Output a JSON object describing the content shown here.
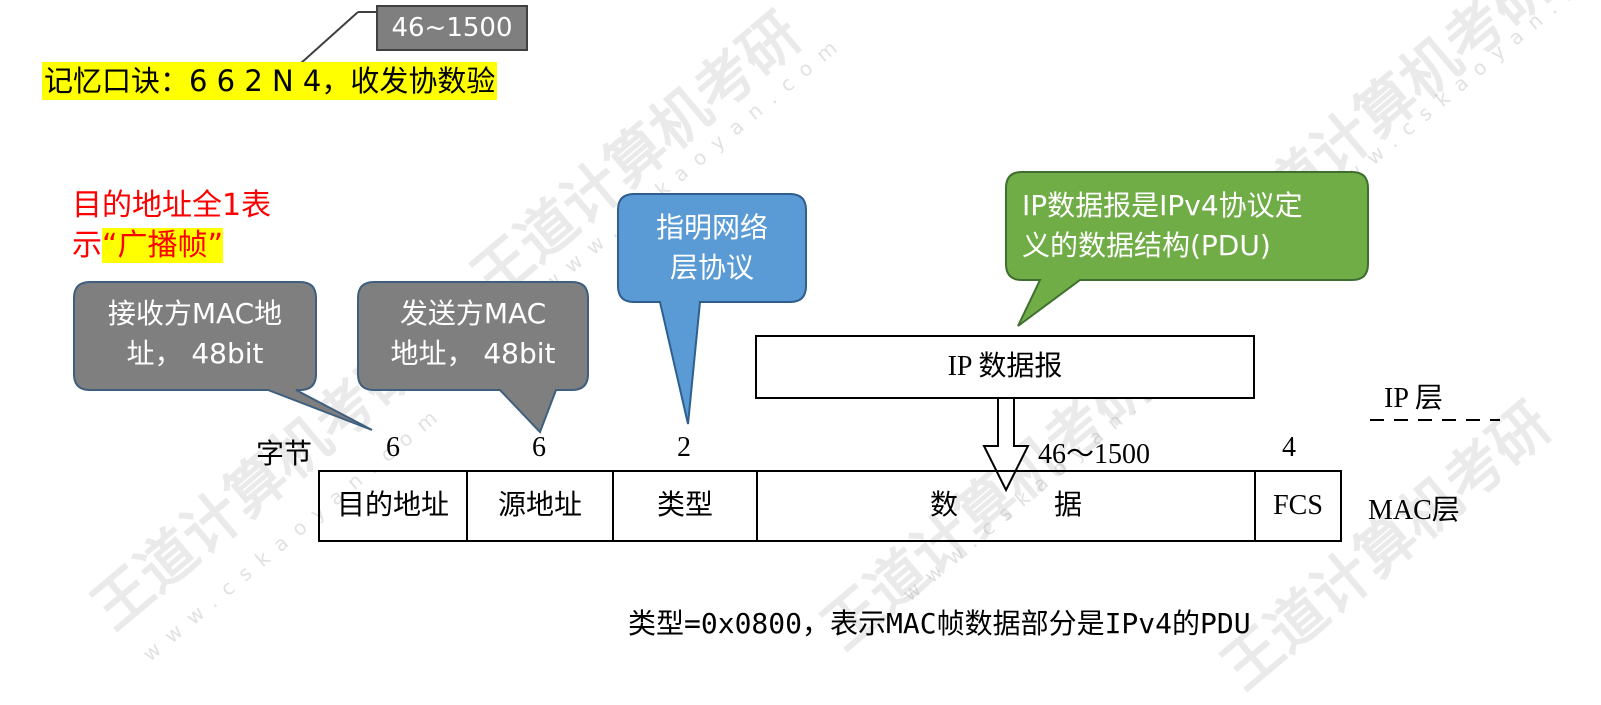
{
  "top_box": {
    "label": "46~1500"
  },
  "mnemonic": {
    "text": "记忆口诀：6 6 2 N 4，收发协数验"
  },
  "red_note": {
    "line1": "目的地址全1表",
    "line2_prefix": "示",
    "line2_highlight": "“广播帧”"
  },
  "callouts": {
    "dest_mac": {
      "line1": "接收方MAC地",
      "line2": "址， 48bit"
    },
    "src_mac": {
      "line1": "发送方MAC",
      "line2": "地址， 48bit"
    },
    "type_protocol": {
      "line1": "指明网络",
      "line2": "层协议"
    },
    "ip_pdu": {
      "line1": "IP数据报是IPv4协议定",
      "line2": "义的数据结构(PDU)"
    }
  },
  "ip_datagram": {
    "label": "IP 数据报"
  },
  "layers": {
    "ip": "IP 层",
    "mac": "MAC层"
  },
  "byte_row": {
    "label": "字节",
    "sizes": [
      "6",
      "6",
      "2",
      "46～1500",
      "4"
    ]
  },
  "frame_fields": [
    "目的地址",
    "源地址",
    "类型",
    "数",
    "据",
    "FCS"
  ],
  "type_note": "类型=0x0800，表示MAC帧数据部分是IPv4的PDU",
  "colors": {
    "gray_callout": "#7f7f7f",
    "blue_callout": "#5b9bd5",
    "green_callout": "#70ad47",
    "highlight": "#ffff00",
    "red_text": "#ff0000"
  },
  "watermark": {
    "text": "王道计算机考研",
    "url": "www.cskaoyan.com"
  }
}
